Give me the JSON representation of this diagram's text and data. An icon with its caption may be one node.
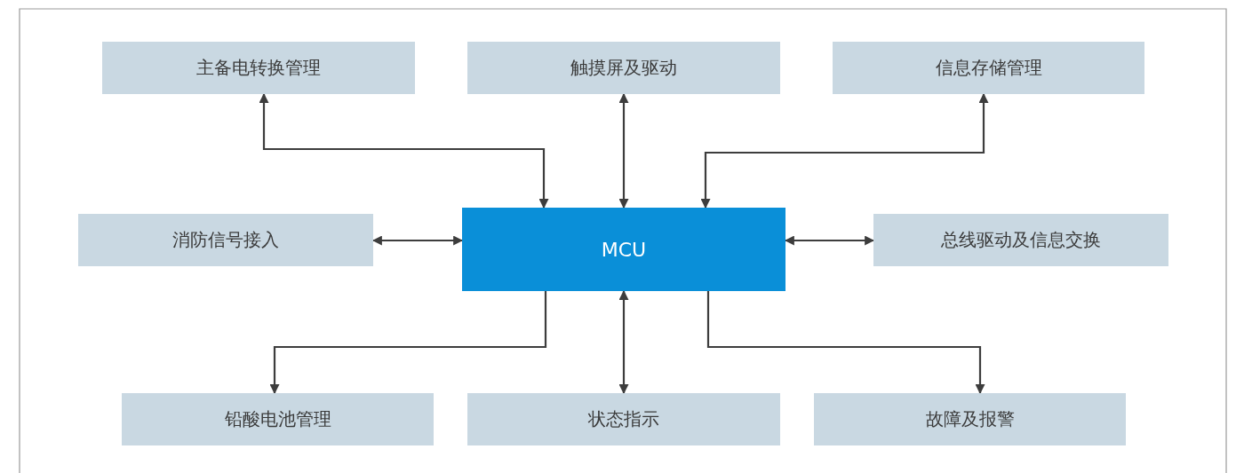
{
  "diagram": {
    "nodes": [
      {
        "text": [
          "主备电转换管理"
        ]
      },
      {
        "text": [
          "触摸屏及驱动"
        ]
      },
      {
        "text": [
          "信息存储管理"
        ]
      },
      {
        "text": [
          "消防信号接入"
        ]
      },
      {
        "text": [
          "MCU"
        ]
      },
      {
        "text": [
          "总线驱动及信息交换"
        ]
      },
      {
        "text": [
          "铅酸电池管理"
        ]
      },
      {
        "text": [
          "状态指示"
        ]
      },
      {
        "text": [
          "故障及报警"
        ]
      }
    ],
    "edges": [
      {
        "from": 4,
        "to": 0,
        "arrow": "both"
      },
      {
        "from": 4,
        "to": 1,
        "arrow": "both"
      },
      {
        "from": 4,
        "to": 2,
        "arrow": "both"
      },
      {
        "from": 3,
        "to": 4,
        "arrow": "both"
      },
      {
        "from": 4,
        "to": 5,
        "arrow": "both"
      },
      {
        "from": 4,
        "to": 6,
        "arrow": "to"
      },
      {
        "from": 4,
        "to": 7,
        "arrow": "both"
      },
      {
        "from": 4,
        "to": 8,
        "arrow": "to"
      }
    ]
  }
}
